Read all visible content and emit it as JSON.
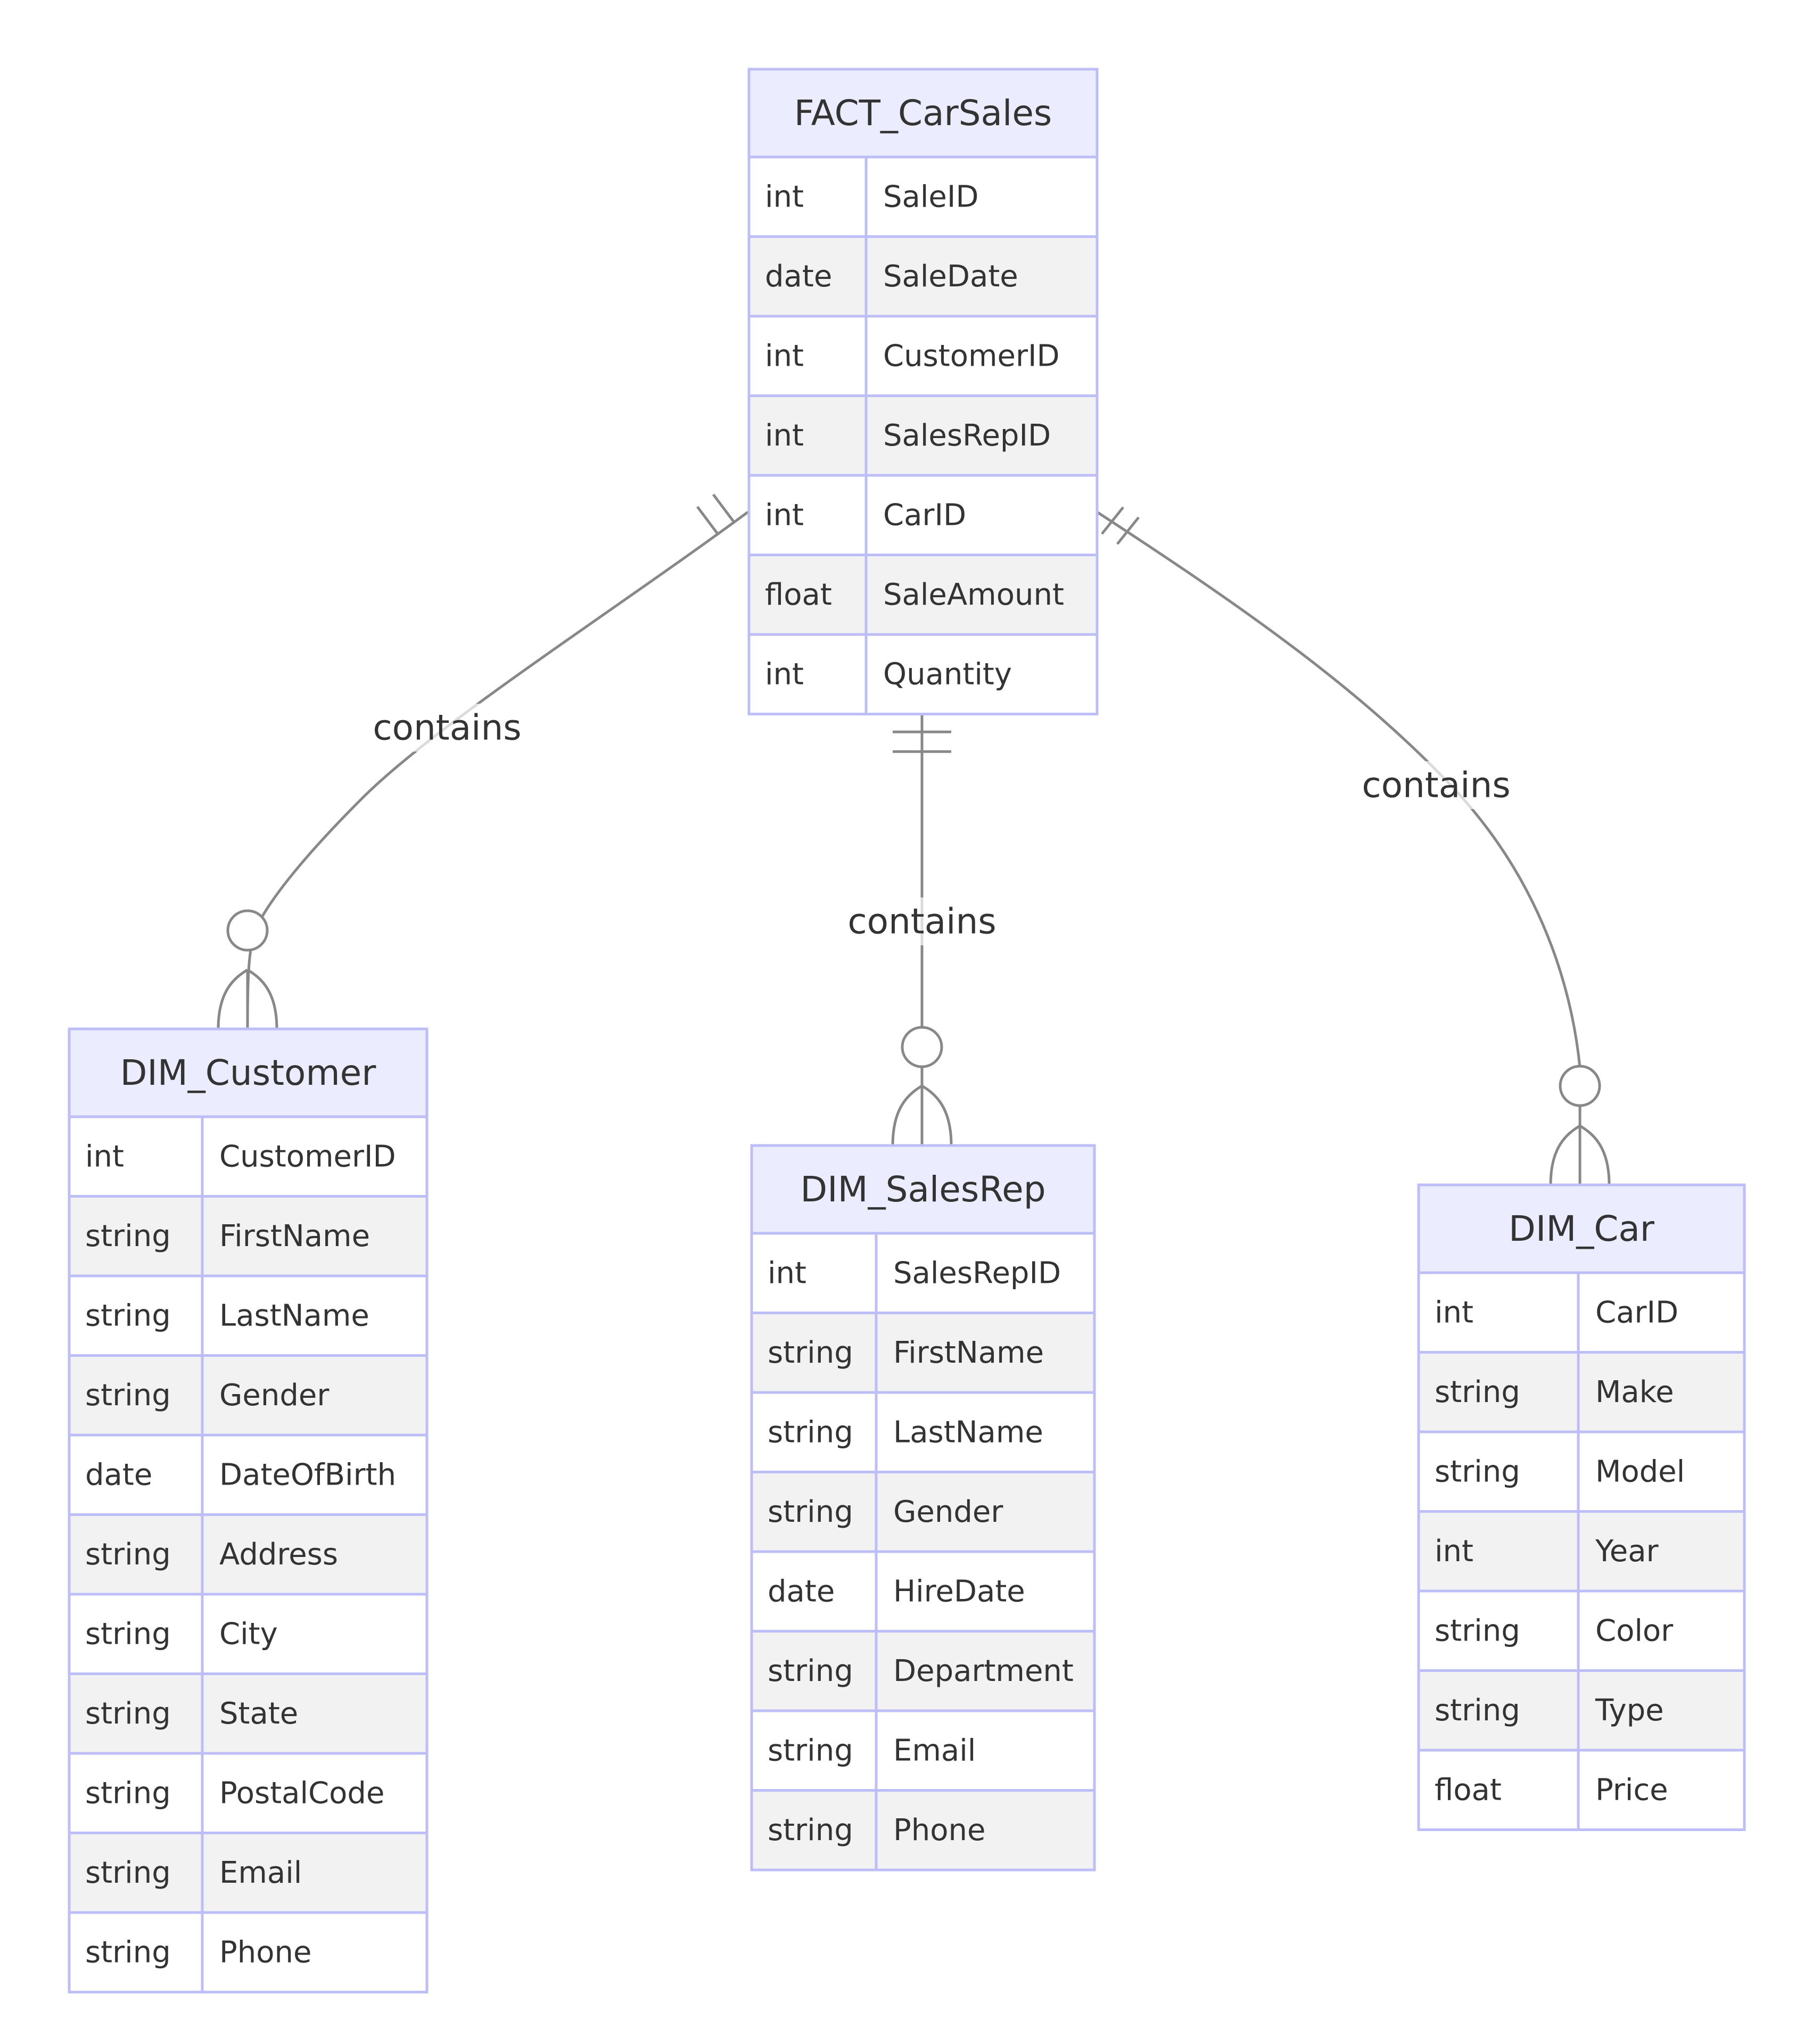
{
  "diagram": {
    "type": "entity-relationship",
    "colors": {
      "header_fill": "#ECECFF",
      "border": "#BDBDF7",
      "row_alt_fill": "#F2F2F2",
      "row_fill": "#FFFFFF",
      "line": "#888888",
      "text": "#333333"
    }
  },
  "entities": [
    {
      "id": "FACT_CarSales",
      "name": "FACT_CarSales",
      "attributes": [
        {
          "type": "int",
          "name": "SaleID"
        },
        {
          "type": "date",
          "name": "SaleDate"
        },
        {
          "type": "int",
          "name": "CustomerID"
        },
        {
          "type": "int",
          "name": "SalesRepID"
        },
        {
          "type": "int",
          "name": "CarID"
        },
        {
          "type": "float",
          "name": "SaleAmount"
        },
        {
          "type": "int",
          "name": "Quantity"
        }
      ]
    },
    {
      "id": "DIM_Customer",
      "name": "DIM_Customer",
      "attributes": [
        {
          "type": "int",
          "name": "CustomerID"
        },
        {
          "type": "string",
          "name": "FirstName"
        },
        {
          "type": "string",
          "name": "LastName"
        },
        {
          "type": "string",
          "name": "Gender"
        },
        {
          "type": "date",
          "name": "DateOfBirth"
        },
        {
          "type": "string",
          "name": "Address"
        },
        {
          "type": "string",
          "name": "City"
        },
        {
          "type": "string",
          "name": "State"
        },
        {
          "type": "string",
          "name": "PostalCode"
        },
        {
          "type": "string",
          "name": "Email"
        },
        {
          "type": "string",
          "name": "Phone"
        }
      ]
    },
    {
      "id": "DIM_SalesRep",
      "name": "DIM_SalesRep",
      "attributes": [
        {
          "type": "int",
          "name": "SalesRepID"
        },
        {
          "type": "string",
          "name": "FirstName"
        },
        {
          "type": "string",
          "name": "LastName"
        },
        {
          "type": "string",
          "name": "Gender"
        },
        {
          "type": "date",
          "name": "HireDate"
        },
        {
          "type": "string",
          "name": "Department"
        },
        {
          "type": "string",
          "name": "Email"
        },
        {
          "type": "string",
          "name": "Phone"
        }
      ]
    },
    {
      "id": "DIM_Car",
      "name": "DIM_Car",
      "attributes": [
        {
          "type": "int",
          "name": "CarID"
        },
        {
          "type": "string",
          "name": "Make"
        },
        {
          "type": "string",
          "name": "Model"
        },
        {
          "type": "int",
          "name": "Year"
        },
        {
          "type": "string",
          "name": "Color"
        },
        {
          "type": "string",
          "name": "Type"
        },
        {
          "type": "float",
          "name": "Price"
        }
      ]
    }
  ],
  "relationships": [
    {
      "from": "FACT_CarSales",
      "to": "DIM_Customer",
      "label": "contains",
      "from_cardinality": "exactly-one",
      "to_cardinality": "zero-or-more"
    },
    {
      "from": "FACT_CarSales",
      "to": "DIM_SalesRep",
      "label": "contains",
      "from_cardinality": "exactly-one",
      "to_cardinality": "zero-or-more"
    },
    {
      "from": "FACT_CarSales",
      "to": "DIM_Car",
      "label": "contains",
      "from_cardinality": "exactly-one",
      "to_cardinality": "zero-or-more"
    }
  ]
}
